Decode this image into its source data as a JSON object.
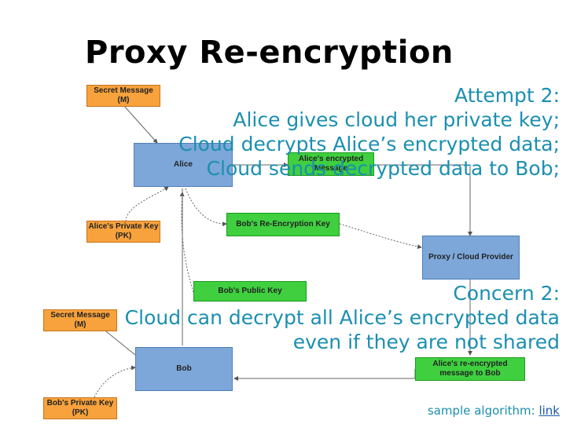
{
  "title": "Proxy Re-encryption",
  "colors": {
    "orange": "#f7a23d",
    "green": "#3fcf3f",
    "blue": "#7da7d9",
    "overlay_text": "#1b8fb0",
    "link": "#1b5aa8"
  },
  "diagram": {
    "alice_secret": "Secret Message (M)",
    "alice": "Alice",
    "alice_encrypted": "Alice's encrypted Message",
    "alice_pk": "Alice's Private Key (PK)",
    "bob_reenc_key": "Bob's Re-Encryption Key",
    "proxy": "Proxy / Cloud Provider",
    "bob_public_key": "Bob's Public Key",
    "bob_secret": "Secret Message (M)",
    "bob": "Bob",
    "bob_pk": "Bob's Private Key (PK)",
    "reencrypted_msg": "Alice's re-encrypted message to Bob"
  },
  "attempt": {
    "line1": "Attempt 2:",
    "line2": "Alice gives cloud her private key;",
    "line3": "Cloud decrypts Alice’s encrypted data;",
    "line4": "Cloud sends decrypted data to Bob;"
  },
  "concern": {
    "line1": "Concern 2:",
    "line2": "Cloud can decrypt all Alice’s encrypted data",
    "line3": "even if they are not shared"
  },
  "footer": {
    "text": "sample algorithm:",
    "link": "link"
  }
}
